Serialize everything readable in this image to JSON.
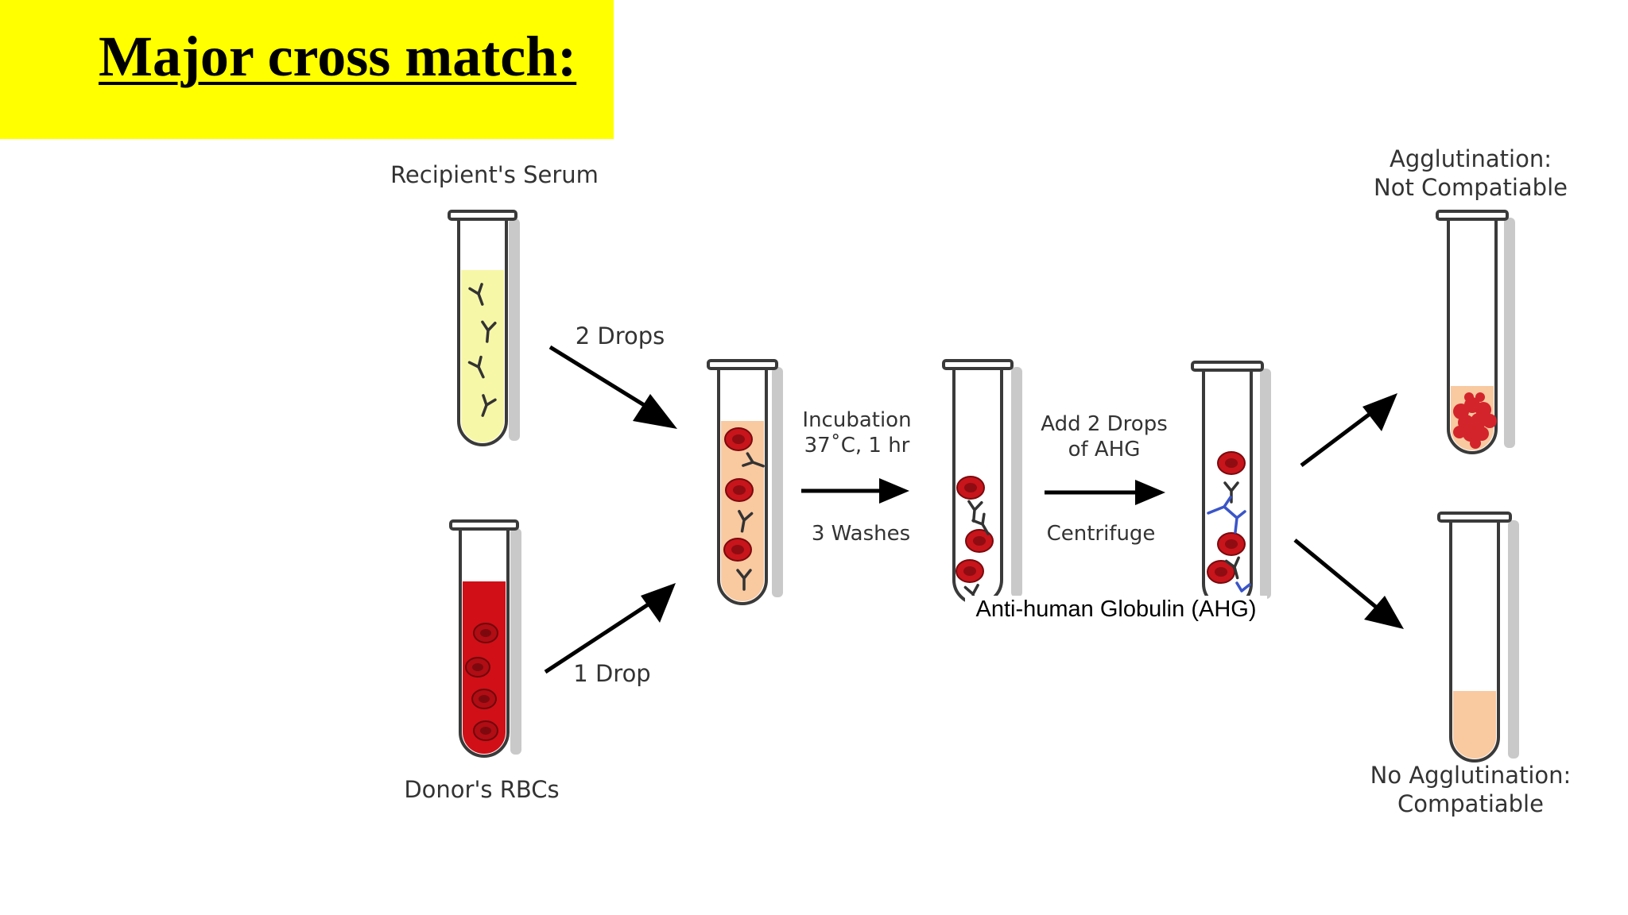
{
  "title": "Major cross match:",
  "colors": {
    "title_band": "#ffff00",
    "serum": "#f7f7a8",
    "rbc_suspension": "#d10f17",
    "mixture": "#f9c9a0",
    "red_cell": "#c8141b",
    "ahg_antibody": "#3a55c8"
  },
  "labels": {
    "recipient_serum": "Recipient's Serum",
    "donor_rbcs": "Donor's RBCs",
    "two_drops": "2 Drops",
    "one_drop": "1 Drop",
    "incubation_line1": "Incubation",
    "incubation_line2": "37˚C, 1 hr",
    "three_washes": "3 Washes",
    "add_ahg_line1": "Add 2 Drops",
    "add_ahg_line2": "of AHG",
    "centrifuge": "Centrifuge",
    "ahg_caption": "Anti-human Globulin (AHG)",
    "agglutination_line1": "Agglutination:",
    "agglutination_line2": "Not Compatiable",
    "no_agglutination_line1": "No Agglutination:",
    "no_agglutination_line2": "Compatiable"
  },
  "icons": [
    "antibody-icon",
    "red-blood-cell-icon",
    "arrow-icon",
    "test-tube-icon"
  ]
}
